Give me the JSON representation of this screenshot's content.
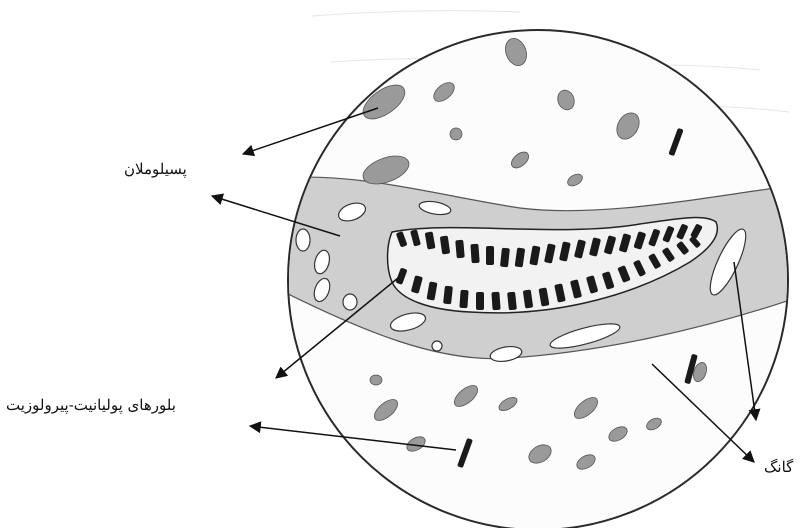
{
  "labels": {
    "psilomelane": "پسیلوملان",
    "crystals": "بلورهای پولیانیت-پیرولوزیت",
    "gangue": "گانگ"
  },
  "colors": {
    "paper": "#ffffff",
    "pencil": "#2a2a2a",
    "vein_fill": "#cfcfcf",
    "grain_fill": "#9a9a9a",
    "crystal_fill": "#1a1a1a"
  }
}
